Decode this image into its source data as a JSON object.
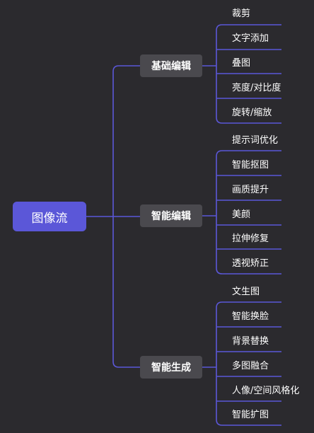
{
  "mindmap": {
    "root": {
      "label": "图像流"
    },
    "branches": [
      {
        "label": "基础编辑",
        "items": [
          "裁剪",
          "文字添加",
          "叠图",
          "亮度/对比度",
          "旋转/缩放"
        ]
      },
      {
        "label": "智能编辑",
        "items": [
          "提示词优化",
          "智能抠图",
          "画质提升",
          "美颜",
          "拉伸修复",
          "透视矫正"
        ]
      },
      {
        "label": "智能生成",
        "items": [
          "文生图",
          "智能换脸",
          "背景替换",
          "多图融合",
          "人像/空间风格化",
          "智能扩图"
        ]
      }
    ],
    "colors": {
      "background": "#2b2a2e",
      "root_fill": "#5b57d8",
      "branch_fill": "#4a494e",
      "connector": "#5b57d8",
      "text": "#ffffff"
    }
  }
}
